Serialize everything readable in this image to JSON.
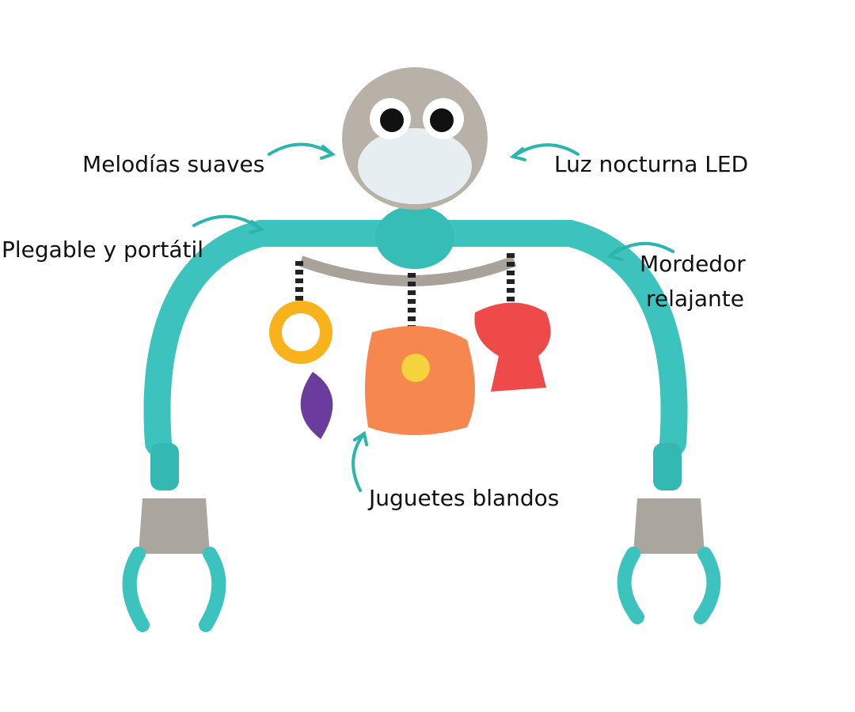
{
  "labels": {
    "melodies": "Melodías suaves",
    "night_light": "Luz nocturna LED",
    "foldable": "Plegable y portátil",
    "teether_line1": "Mordedor",
    "teether_line2": "relajante",
    "soft_toys": "Juguetes blandos"
  },
  "colors": {
    "arrow": "#2bb5ad",
    "arch": "#3cc3bd",
    "owl": "#b8b1a8",
    "clamp": "#aaa59d"
  }
}
